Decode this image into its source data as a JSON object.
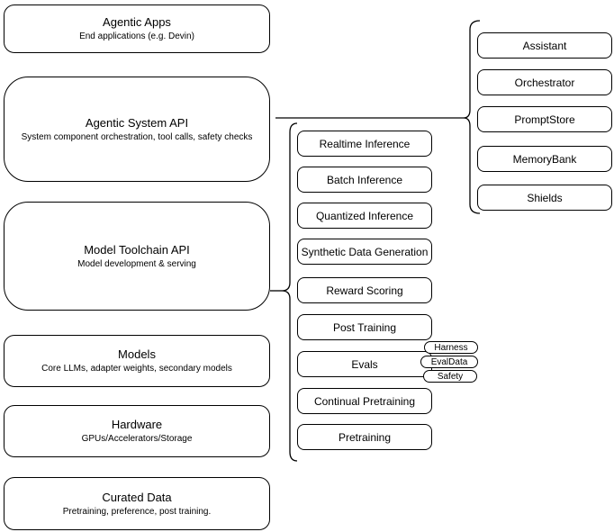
{
  "canvas": {
    "background": "#ffffff",
    "stroke_color": "#000000",
    "text_color": "#000000"
  },
  "left_stack": [
    {
      "title": "Agentic Apps",
      "subtitle": "End applications (e.g. Devin)"
    },
    {
      "title": "Agentic System API",
      "subtitle": "System component orchestration, tool calls, safety checks"
    },
    {
      "title": "Model Toolchain API",
      "subtitle": "Model development & serving"
    },
    {
      "title": "Models",
      "subtitle": "Core LLMs, adapter weights, secondary models"
    },
    {
      "title": "Hardware",
      "subtitle": "GPUs/Accelerators/Storage"
    },
    {
      "title": "Curated Data",
      "subtitle": "Pretraining, preference, post training."
    }
  ],
  "toolchain": {
    "items": [
      "Realtime Inference",
      "Batch Inference",
      "Quantized Inference",
      "Synthetic Data Generation",
      "Reward Scoring",
      "Post Training",
      "Evals",
      "Continual Pretraining",
      "Pretraining"
    ]
  },
  "evals_tags": [
    "Harness",
    "EvalData",
    "Safety"
  ],
  "system_components": [
    "Assistant",
    "Orchestrator",
    "PromptStore",
    "MemoryBank",
    "Shields"
  ]
}
